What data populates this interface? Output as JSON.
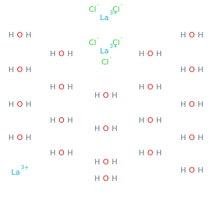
{
  "species": {
    "water": {
      "h": "H",
      "o": "O"
    },
    "chloride": {
      "symbol": "Cl",
      "charge": "-"
    },
    "lanthanum": {
      "symbol": "La",
      "charge": "3+"
    }
  },
  "colors": {
    "hydrogen": "#6b7f8c",
    "oxygen": "#e0201b",
    "chlorine": "#2fd12f",
    "lanthanum": "#21b6c4",
    "background": "#ffffff"
  },
  "counts": {
    "water_molecules": 21,
    "chloride_ions": 5,
    "lanthanum_ions": 3
  }
}
